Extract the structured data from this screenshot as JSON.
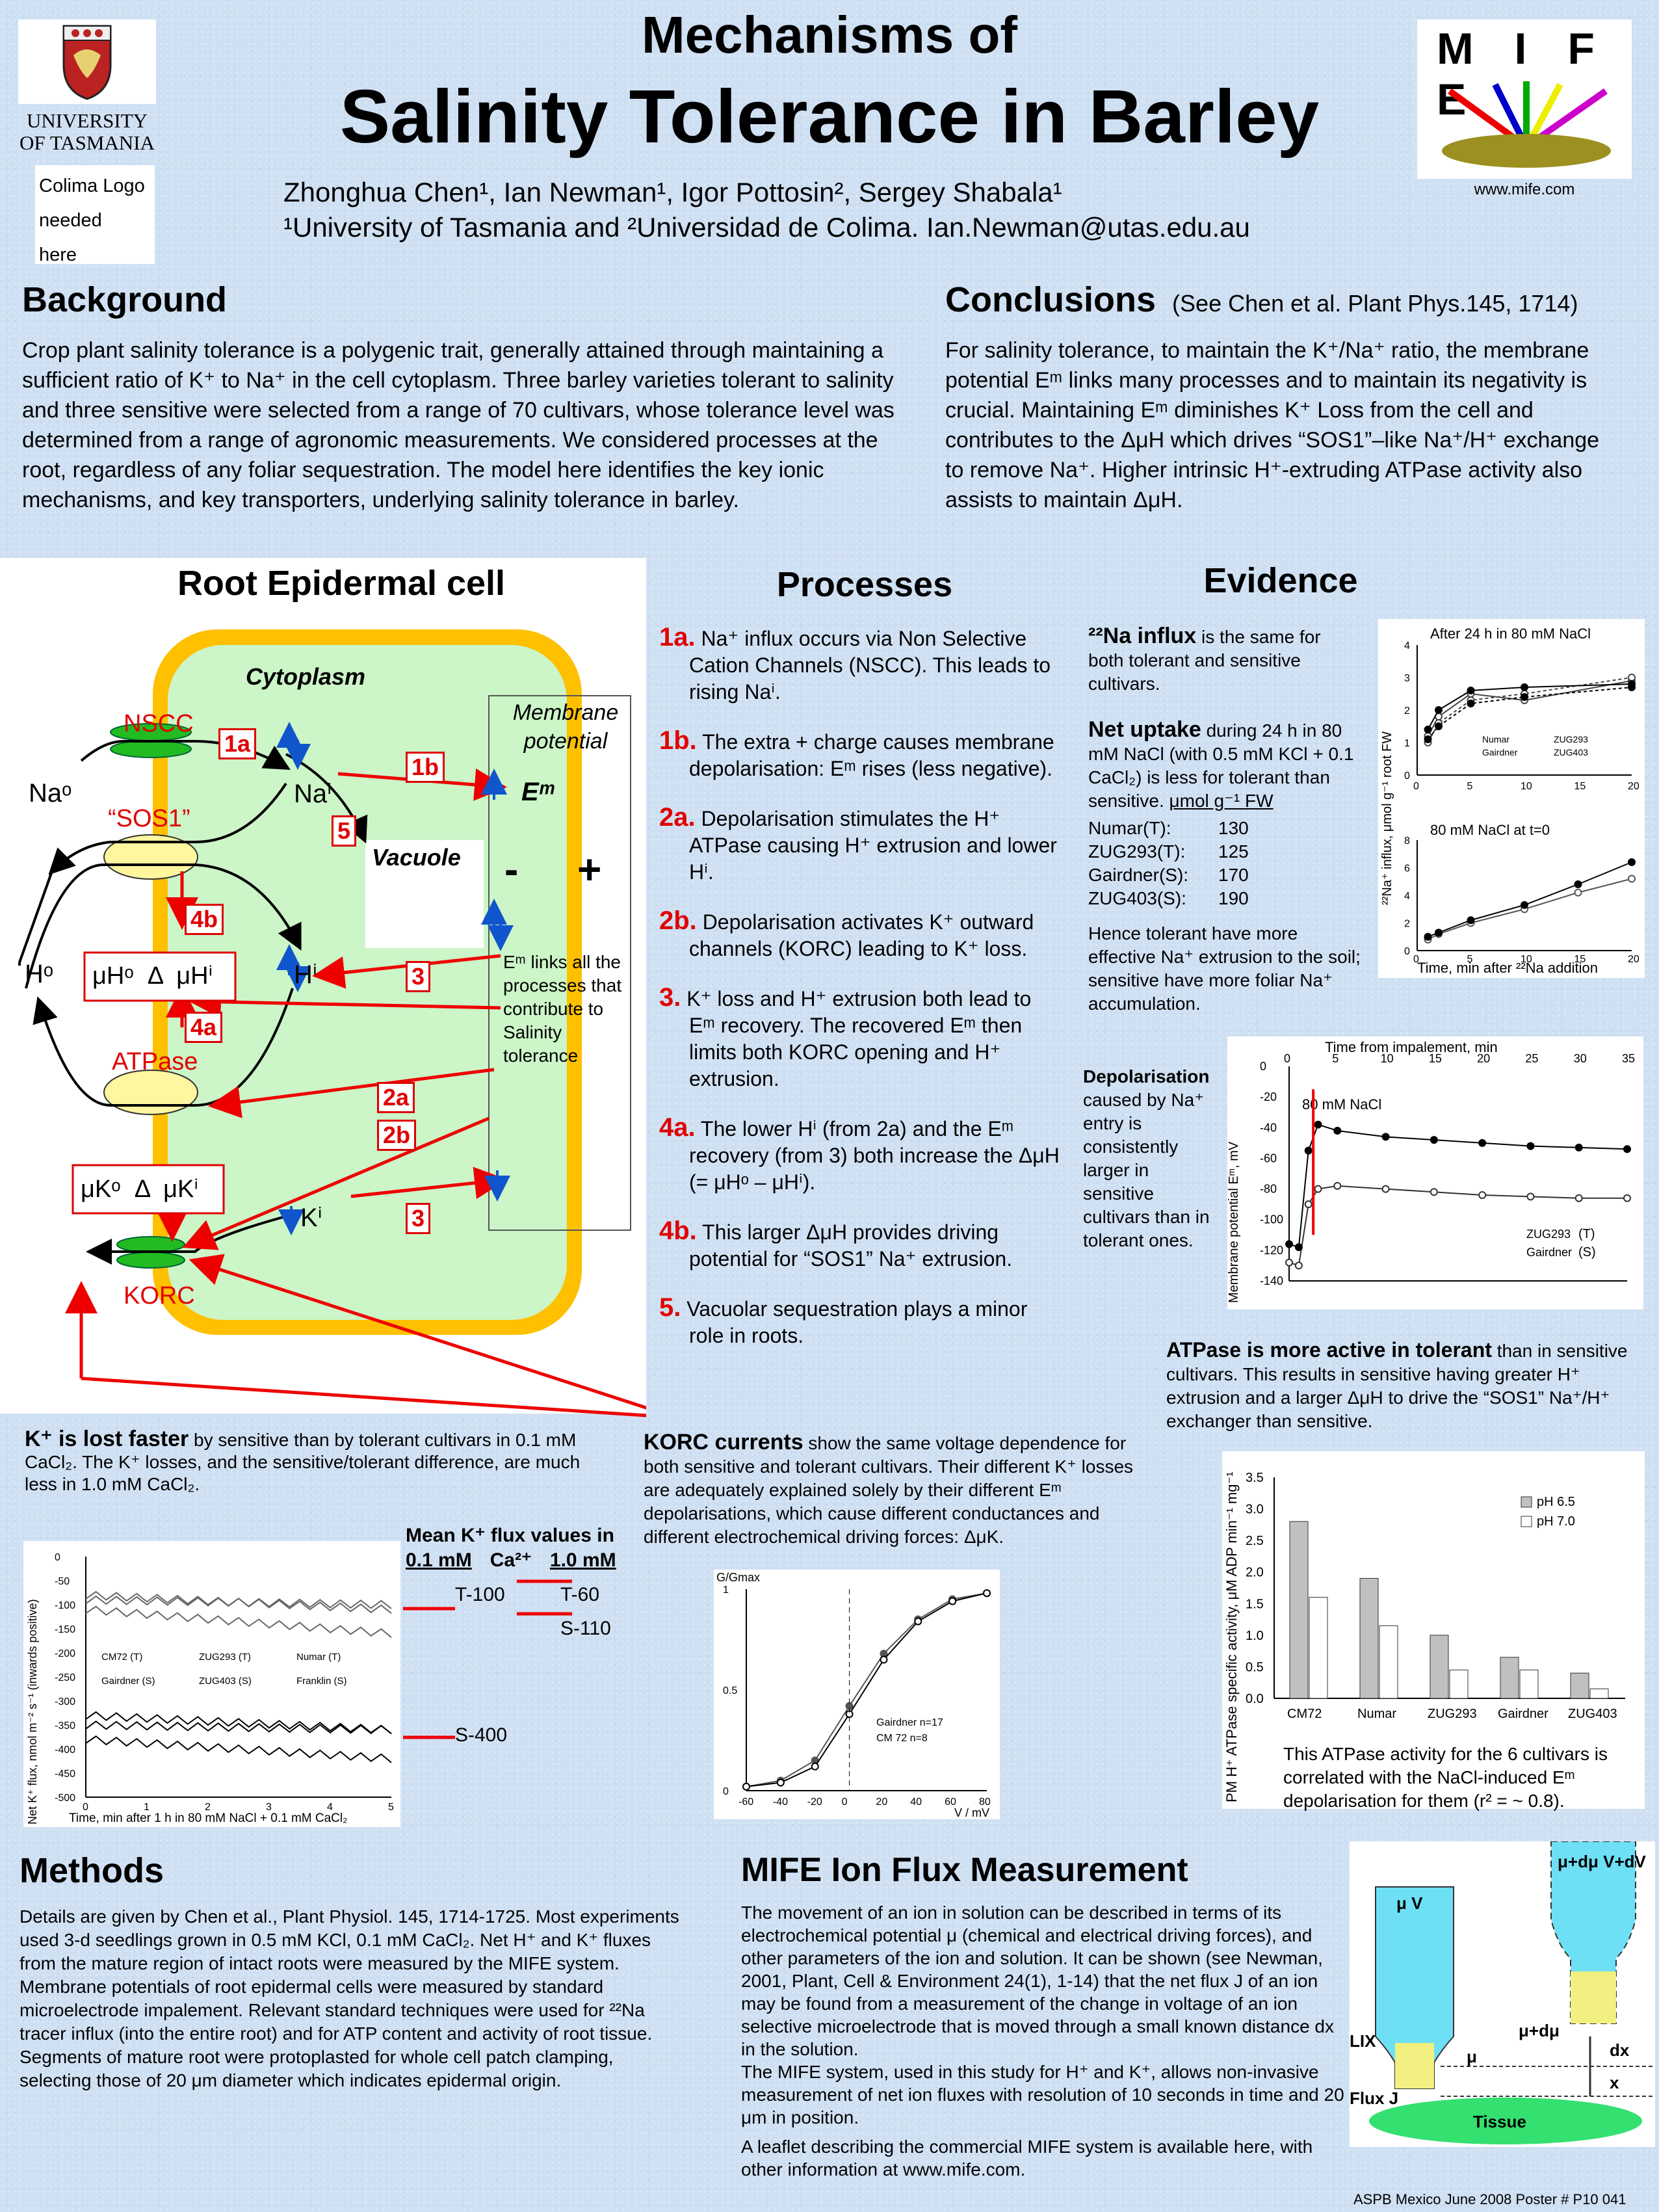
{
  "header": {
    "univ": "UNIVERSITY OF TASMANIA",
    "title1": "Mechanisms of",
    "title2": "Salinity Tolerance in Barley",
    "colima": [
      "Colima Logo",
      "needed",
      "here"
    ],
    "authors": "Zhonghua Chen¹, Ian Newman¹, Igor Pottosin², Sergey Shabala¹",
    "affil": "¹University of Tasmania and ²Universidad de Colima.  Ian.Newman@utas.edu.au",
    "mife_logo": "M I F E",
    "mife_url": "www.mife.com"
  },
  "background": {
    "heading": "Background",
    "text": "Crop plant salinity tolerance is a polygenic trait, generally attained through maintaining a sufficient ratio of K⁺ to Na⁺ in the cell cytoplasm. Three barley varieties tolerant to salinity and three sensitive were selected from a range of 70 cultivars, whose tolerance level was determined from a range of agronomic measurements. We considered processes at the root, regardless of any foliar sequestration. The model here identifies the key ionic mechanisms, and key transporters, underlying salinity tolerance in barley."
  },
  "conclusions": {
    "heading": "Conclusions",
    "ref": "(See Chen et al. Plant Phys.145, 1714)",
    "text": "For salinity tolerance, to maintain the K⁺/Na⁺ ratio, the membrane potential Eᵐ links many processes and to maintain its negativity is crucial. Maintaining Eᵐ diminishes K⁺ Loss from the cell and contributes to the ΔμH which drives “SOS1”–like Na⁺/H⁺ exchange to remove Na⁺. Higher intrinsic H⁺-extruding ATPase activity also assists to maintain ΔμH."
  },
  "cell": {
    "heading": "Root Epidermal cell",
    "cytoplasm": "Cytoplasm",
    "membrane": "Membrane potential",
    "em": "Eᵐ",
    "minus": "-",
    "plus": "+",
    "vacuole": "Vacuole",
    "em_links": "Eᵐ links all the processes that contribute to Salinity tolerance",
    "nscc": "NSCC",
    "sos1": "“SOS1”",
    "atpase": "ATPase",
    "korc": "KORC",
    "na_o": "Naᵒ",
    "na_i": "Naⁱ",
    "h_o": "Hᵒ",
    "h_i": "Hⁱ",
    "k_i": "Kⁱ",
    "mu_h": "μHᵒ  Δ  μHⁱ",
    "mu_k": "μKᵒ  Δ  μKⁱ",
    "tags": [
      "1a",
      "1b",
      "5",
      "4b",
      "3",
      "4a",
      "2a",
      "2b",
      "3"
    ]
  },
  "processes": {
    "heading": "Processes",
    "items": [
      {
        "n": "1a.",
        "t": "Na⁺ influx occurs via Non Selective Cation Channels (NSCC). This leads to rising Naⁱ."
      },
      {
        "n": "1b.",
        "t": "The extra + charge causes membrane depolarisation: Eᵐ rises (less negative)."
      },
      {
        "n": "2a.",
        "t": "Depolarisation stimulates the H⁺ ATPase causing H⁺ extrusion and lower Hⁱ."
      },
      {
        "n": "2b.",
        "t": "Depolarisation activates K⁺ outward channels (KORC) leading to K⁺ loss."
      },
      {
        "n": "3.",
        "t": "K⁺ loss and H⁺ extrusion both lead to Eᵐ recovery. The recovered Eᵐ then limits both KORC opening and H⁺ extrusion."
      },
      {
        "n": "4a.",
        "t": "The lower Hⁱ (from 2a) and the Eᵐ recovery (from 3) both increase the ΔμH (= μHᵒ – μHⁱ)."
      },
      {
        "n": "4b.",
        "t": "This larger ΔμH provides driving potential for “SOS1” Na⁺ extrusion."
      },
      {
        "n": "5.",
        "t": "Vacuolar sequestration plays a minor role in roots."
      }
    ]
  },
  "evidence": {
    "heading": "Evidence",
    "na_title": "²²Na influx",
    "na_text": "is the same for both tolerant and sensitive cultivars.",
    "uptake_title": "Net uptake",
    "uptake_text": "during 24 h in 80 mM NaCl (with 0.5 mM KCl + 0.1 CaCl₂) is less for tolerant than sensitive.",
    "unit": "μmol g⁻¹ FW",
    "uptake_rows": [
      [
        "Numar(T):",
        "130"
      ],
      [
        "ZUG293(T):",
        "125"
      ],
      [
        "Gairdner(S):",
        "170"
      ],
      [
        "ZUG403(S):",
        "190"
      ]
    ],
    "hence": "Hence tolerant have more effective Na⁺ extrusion to the soil; sensitive have more foliar Na⁺ accumulation.",
    "depol_title": "Depolarisation",
    "depol_text": "caused by Na⁺ entry is consistently larger in sensitive cultivars than in tolerant ones.",
    "atp_title": "ATPase is more active in tolerant",
    "atp_text": "than in sensitive cultivars. This results in sensitive having greater H⁺ extrusion and a larger ΔμH to drive the “SOS1” Na⁺/H⁺ exchanger than sensitive.",
    "atp_caption": "This ATPase activity for the 6 cultivars is correlated with the NaCl-induced Eᵐ depolarisation for them  (r² = ~ 0.8)."
  },
  "kloss": {
    "title": "K⁺ is lost faster",
    "text": "by sensitive than by tolerant cultivars in 0.1 mM CaCl₂. The K⁺ losses, and the sensitive/tolerant difference, are much less in 1.0 mM CaCl₂.",
    "mean_title": "Mean K⁺ flux values in",
    "c1": "0.1 mM",
    "ca": "Ca²⁺",
    "c2": "1.0 mM",
    "vals": [
      "T-100",
      "T-60",
      "S-110",
      "S-400"
    ]
  },
  "korc": {
    "title": "KORC currents",
    "text": "show the same voltage dependence for both sensitive and tolerant cultivars. Their different K⁺ losses are adequately explained solely by their different Eᵐ depolarisations, which cause different conductances and different electrochemical driving forces:  ΔμK."
  },
  "methods": {
    "heading": "Methods",
    "text": "Details are given by Chen et al., Plant Physiol. 145, 1714-1725. Most experiments used 3-d seedlings grown in 0.5 mM KCl, 0.1 mM CaCl₂. Net H⁺ and K⁺ fluxes from the mature region of intact roots were measured by the MIFE system. Membrane potentials of root epidermal cells were measured by standard microelectrode impalement. Relevant standard techniques were used for ²²Na tracer influx (into the entire root) and for ATP content and activity of root tissue. Segments of mature root were protoplasted for whole cell patch clamping, selecting those of 20 μm diameter which indicates epidermal origin."
  },
  "mife": {
    "heading": "MIFE Ion Flux Measurement",
    "p1": "The movement of an ion in solution can be described in terms of its electrochemical potential μ (chemical and electrical driving forces), and other parameters of the ion and solution. It can be shown (see Newman, 2001, Plant, Cell & Environment 24(1), 1-14) that the net flux J of an ion may be found from a measurement of the change in voltage of an ion selective microelectrode that is moved through a small known distance dx in the solution.",
    "p2": "The MIFE system, used in this study for H⁺ and K⁺, allows non-invasive measurement of net ion fluxes with resolution of 10 seconds in time and 20 μm in position.",
    "p3": "A leaflet describing the commercial MIFE system is available here, with other information at www.mife.com.",
    "diag": {
      "muv": "μ V",
      "mudv": "μ+dμ V+dV",
      "lix": "LIX",
      "mudmu": "μ+dμ",
      "mu": "μ",
      "dx": "dx",
      "x": "x",
      "flux": "Flux J",
      "tissue": "Tissue"
    }
  },
  "footer": "ASPB Mexico June 2008 Poster # P10 041",
  "chart_data": [
    {
      "type": "line",
      "title": "After 24 h in 80 mM NaCl",
      "ylabel": "²²Na⁺ influx, μmol g⁻¹ root FW",
      "xlabel": "Time, min after ²²Na addition",
      "xlim": [
        0,
        20
      ],
      "ylim": [
        0,
        4
      ],
      "series": [
        {
          "name": "Numar",
          "x": [
            1,
            2,
            5,
            10,
            20
          ],
          "values": [
            1.2,
            1.8,
            2.5,
            2.3,
            2.9
          ]
        },
        {
          "name": "ZUG293",
          "x": [
            1,
            2,
            5,
            10,
            20
          ],
          "values": [
            1.0,
            1.6,
            2.3,
            2.5,
            3.0
          ]
        },
        {
          "name": "Gairdner",
          "x": [
            1,
            2,
            5,
            10,
            20
          ],
          "values": [
            1.4,
            2.0,
            2.6,
            2.7,
            2.8
          ]
        },
        {
          "name": "ZUG403",
          "x": [
            1,
            2,
            5,
            10,
            20
          ],
          "values": [
            1.1,
            1.5,
            2.2,
            2.4,
            2.7
          ]
        }
      ]
    },
    {
      "type": "line",
      "title": "80 mM NaCl at t=0",
      "xlim": [
        0,
        20
      ],
      "ylim": [
        0,
        8
      ],
      "series": [
        {
          "name": "Numar",
          "x": [
            1,
            2,
            5,
            10,
            15,
            20
          ],
          "values": [
            0.8,
            1.2,
            2.0,
            3.0,
            4.2,
            5.2
          ]
        },
        {
          "name": "Gairdner",
          "x": [
            1,
            2,
            5,
            10,
            15,
            20
          ],
          "values": [
            1.0,
            1.3,
            2.2,
            3.3,
            4.8,
            6.4
          ]
        }
      ]
    },
    {
      "type": "line",
      "title": "Time from impalement, min",
      "ylabel": "Membrane potential Eᵐ, mV",
      "annotation": "80 mM NaCl",
      "xlim": [
        0,
        35
      ],
      "ylim": [
        -140,
        0
      ],
      "series": [
        {
          "name": "ZUG293",
          "label": "(T)",
          "x": [
            0,
            1,
            2,
            3,
            5,
            10,
            15,
            20,
            25,
            30,
            35
          ],
          "values": [
            -128,
            -130,
            -90,
            -80,
            -78,
            -80,
            -82,
            -84,
            -85,
            -86,
            -86
          ]
        },
        {
          "name": "Gairdner",
          "label": "(S)",
          "x": [
            0,
            1,
            2,
            3,
            5,
            10,
            15,
            20,
            25,
            30,
            35
          ],
          "values": [
            -116,
            -118,
            -55,
            -38,
            -42,
            -46,
            -48,
            -50,
            -52,
            -53,
            -54
          ]
        }
      ]
    },
    {
      "type": "bar",
      "ylabel": "PM H⁺ ATPase specific activity, μM ADP min⁻¹ mg⁻¹",
      "categories": [
        "CM72",
        "Numar",
        "ZUG293",
        "Gairdner",
        "ZUG403"
      ],
      "ylim": [
        0,
        3.5
      ],
      "series": [
        {
          "name": "pH 6.5",
          "values": [
            2.8,
            1.9,
            1.0,
            0.65,
            0.4
          ]
        },
        {
          "name": "pH 7.0",
          "values": [
            1.6,
            1.15,
            0.45,
            0.45,
            0.15
          ]
        }
      ]
    },
    {
      "type": "line",
      "ylabel": "Net K⁺ flux, nmol m⁻² s⁻¹ (inwards positive)",
      "xlabel": "Time, min after 1 h in 80 mM NaCl + 0.1 mM CaCl₂",
      "xlim": [
        0,
        5
      ],
      "ylim": [
        -500,
        0
      ],
      "series": [
        {
          "name": "CM72 (T)",
          "values": [
            -90,
            -100
          ]
        },
        {
          "name": "ZUG293 (T)",
          "values": [
            -80,
            -110
          ]
        },
        {
          "name": "Numar (T)",
          "values": [
            -110,
            -160
          ]
        },
        {
          "name": "Gairdner (S)",
          "values": [
            -330,
            -360
          ]
        },
        {
          "name": "ZUG403 (S)",
          "values": [
            -350,
            -360
          ]
        },
        {
          "name": "Franklin (S)",
          "values": [
            -380,
            -420
          ]
        }
      ]
    },
    {
      "type": "line",
      "ylabel": "G/Gmax",
      "xlabel": "V / mV",
      "xlim": [
        -60,
        80
      ],
      "ylim": [
        0,
        1
      ],
      "series": [
        {
          "name": "Gairdner n=17",
          "x": [
            -60,
            -40,
            -20,
            0,
            20,
            40,
            60,
            80
          ],
          "values": [
            0.02,
            0.05,
            0.15,
            0.42,
            0.68,
            0.85,
            0.95,
            0.98
          ]
        },
        {
          "name": "CM 72 n=8",
          "x": [
            -60,
            -40,
            -20,
            0,
            20,
            40,
            60,
            80
          ],
          "values": [
            0.02,
            0.04,
            0.12,
            0.38,
            0.65,
            0.84,
            0.94,
            0.98
          ]
        }
      ]
    }
  ]
}
